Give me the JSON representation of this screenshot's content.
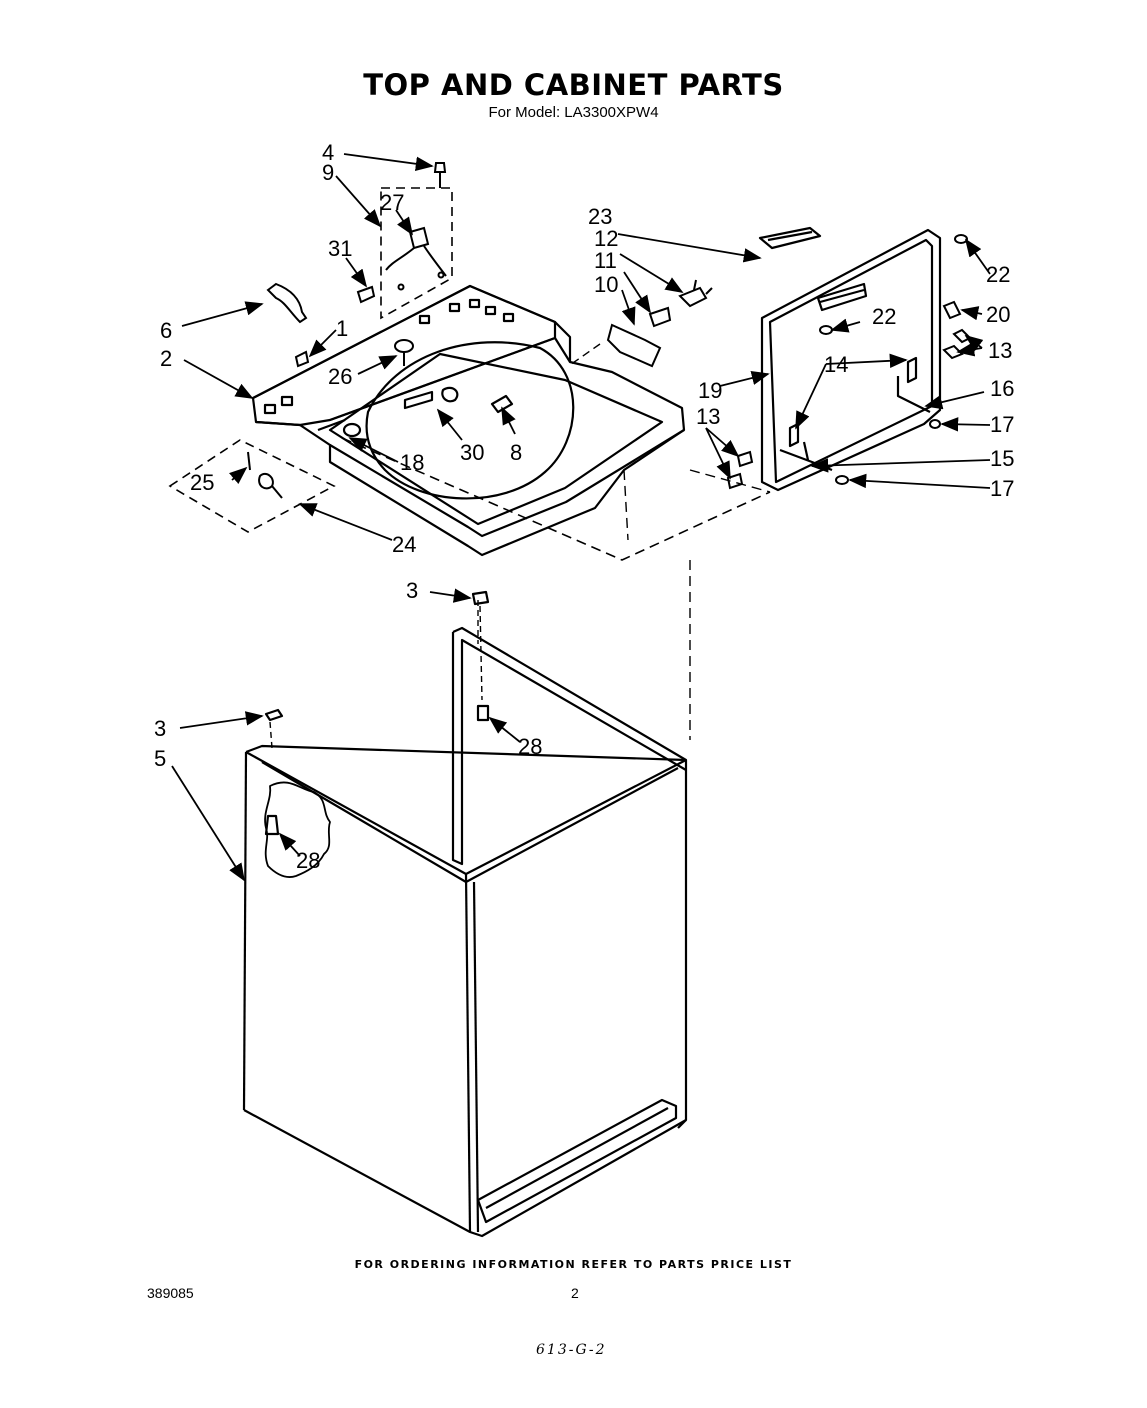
{
  "title": "TOP AND CABINET PARTS",
  "subtitle": "For Model: LA3300XPW4",
  "footer_note": "FOR ORDERING INFORMATION REFER TO PARTS PRICE LIST",
  "document_number": "389085",
  "page_number": "2",
  "handwritten_note": "613-G-2",
  "callouts": {
    "c4": "4",
    "c9": "9",
    "c27": "27",
    "c31": "31",
    "c6": "6",
    "c1": "1",
    "c2": "2",
    "c26": "26",
    "c25": "25",
    "c24": "24",
    "c18": "18",
    "c30": "30",
    "c8": "8",
    "c23": "23",
    "c12": "12",
    "c11": "11",
    "c10": "10",
    "c19": "19",
    "c22a": "22",
    "c22b": "22",
    "c20": "20",
    "c13a": "13",
    "c14": "14",
    "c16": "16",
    "c13b": "13",
    "c17a": "17",
    "c15": "15",
    "c17b": "17",
    "c3a": "3",
    "c3b": "3",
    "c5": "5",
    "c28a": "28",
    "c28b": "28"
  }
}
